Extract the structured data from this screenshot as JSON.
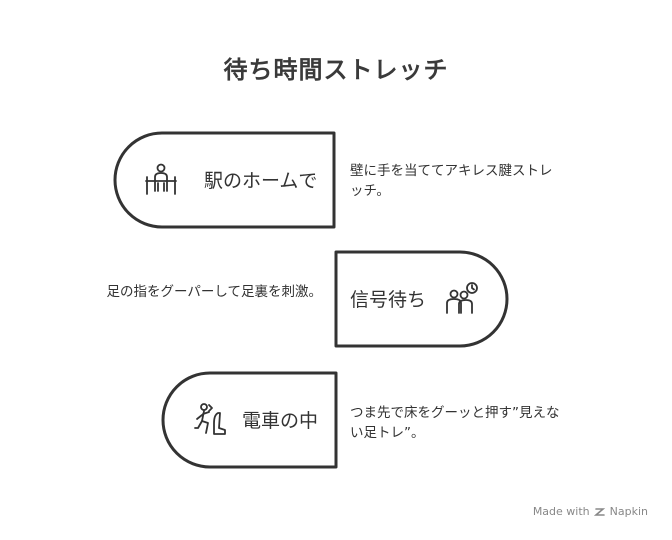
{
  "title": "待ち時間ストレッチ",
  "items": [
    {
      "label": "駅のホームで",
      "icon": "person-at-railing-icon",
      "description": "壁に手を当ててアキレス腱ストレッチ。"
    },
    {
      "label": "信号待ち",
      "icon": "people-with-clock-icon",
      "description": "足の指をグーパーして足裏を刺激。"
    },
    {
      "label": "電車の中",
      "icon": "seated-person-stretch-icon",
      "description": "つま先で床をグーッと押す”見えない足トレ”。"
    }
  ],
  "footer": {
    "made_with": "Made with",
    "brand": "Napkin"
  },
  "colors": {
    "outline": "#333333",
    "text": "#333333",
    "footer": "#888888"
  }
}
